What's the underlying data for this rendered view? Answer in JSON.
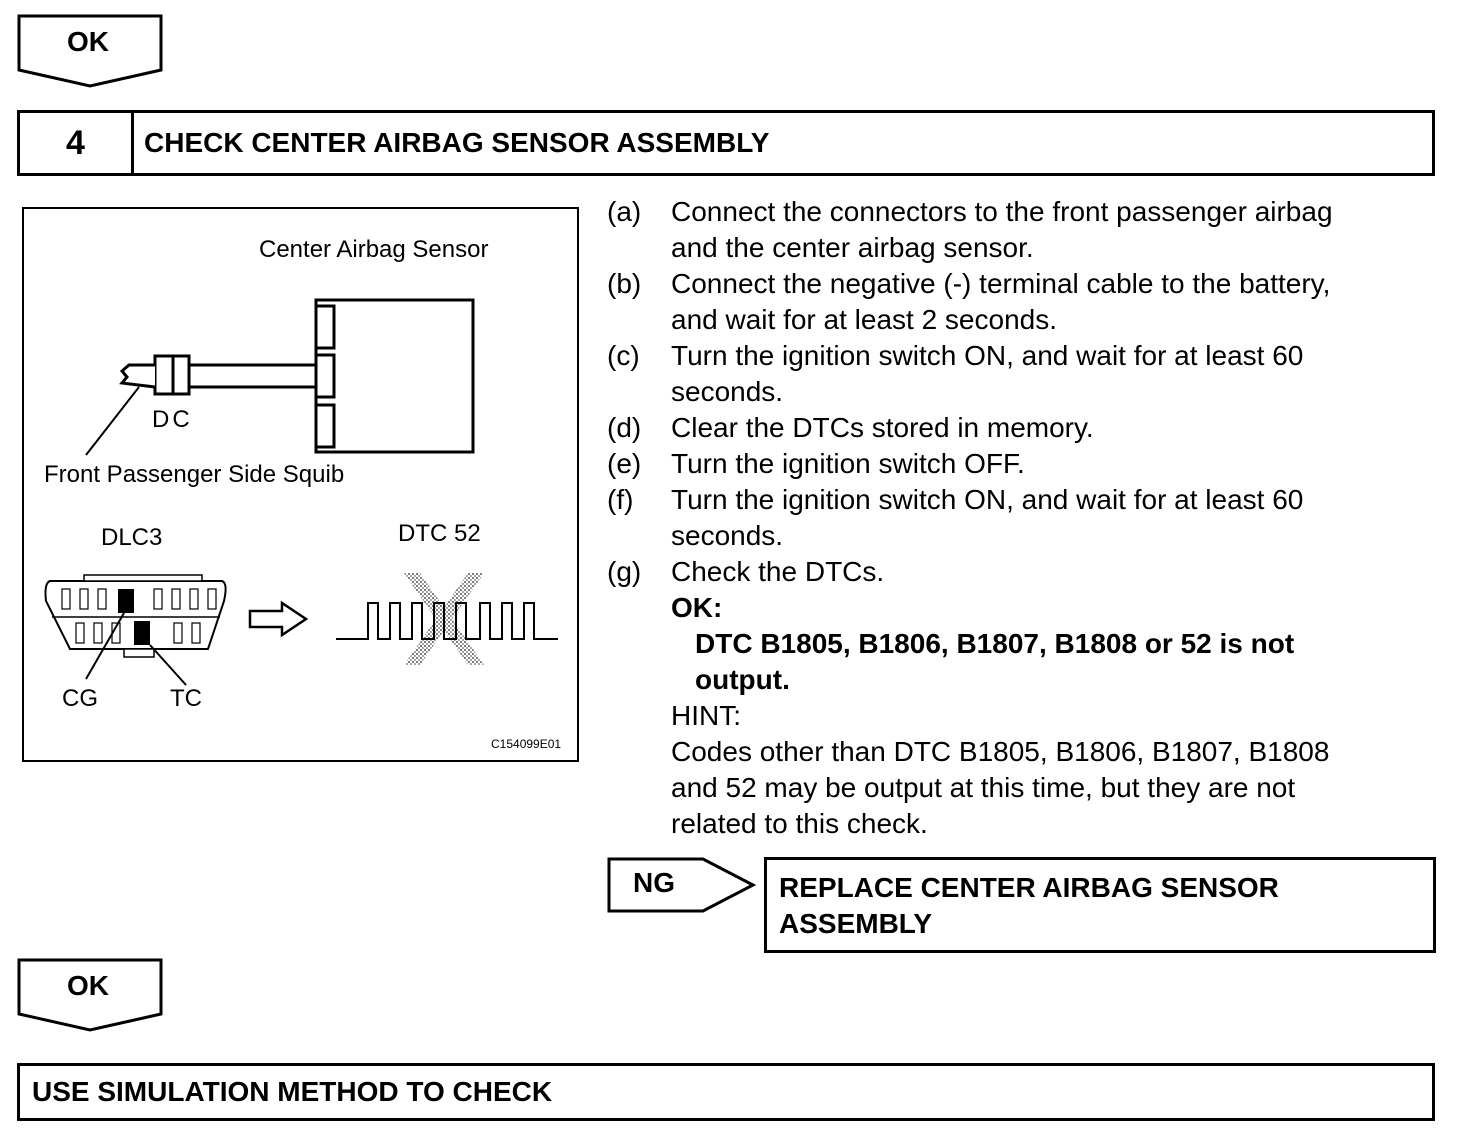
{
  "top_ok": {
    "label": "OK"
  },
  "step": {
    "number": "4",
    "title": "CHECK CENTER AIRBAG SENSOR ASSEMBLY"
  },
  "figure": {
    "center_sensor_label": "Center Airbag Sensor",
    "dc_label": "DC",
    "squib_label": "Front Passenger Side Squib",
    "dlc3_label": "DLC3",
    "dtc_label": "DTC 52",
    "cg_label": "CG",
    "tc_label": "TC",
    "code": "C154099E01"
  },
  "instructions": [
    {
      "label": "(a)",
      "lines": [
        "Connect the connectors to the front passenger airbag",
        "and the center airbag sensor."
      ]
    },
    {
      "label": "(b)",
      "lines": [
        "Connect the negative (-) terminal cable to the battery,",
        "and wait for at least 2 seconds."
      ]
    },
    {
      "label": "(c)",
      "lines": [
        "Turn the ignition switch ON, and wait for at least 60",
        "seconds."
      ]
    },
    {
      "label": "(d)",
      "lines": [
        "Clear the DTCs stored in memory."
      ]
    },
    {
      "label": "(e)",
      "lines": [
        "Turn the ignition switch OFF."
      ]
    },
    {
      "label": "(f)",
      "lines": [
        "Turn the ignition switch ON, and wait for at least 60",
        "seconds."
      ]
    },
    {
      "label": "(g)",
      "lines": [
        "Check the DTCs."
      ]
    }
  ],
  "ok_criteria": {
    "heading": "OK:",
    "line1": "DTC B1805, B1806, B1807, B1808 or 52 is not",
    "line2": "output."
  },
  "hint": {
    "heading": "HINT:",
    "line1": "Codes other than DTC B1805, B1806, B1807, B1808",
    "line2": "and 52 may be output at this time, but they are not",
    "line3": "related to this check."
  },
  "ng": {
    "label": "NG",
    "result_line1": "REPLACE CENTER AIRBAG SENSOR",
    "result_line2": "ASSEMBLY"
  },
  "bottom_ok": {
    "label": "OK"
  },
  "next_step": {
    "title": "USE SIMULATION METHOD TO CHECK"
  }
}
